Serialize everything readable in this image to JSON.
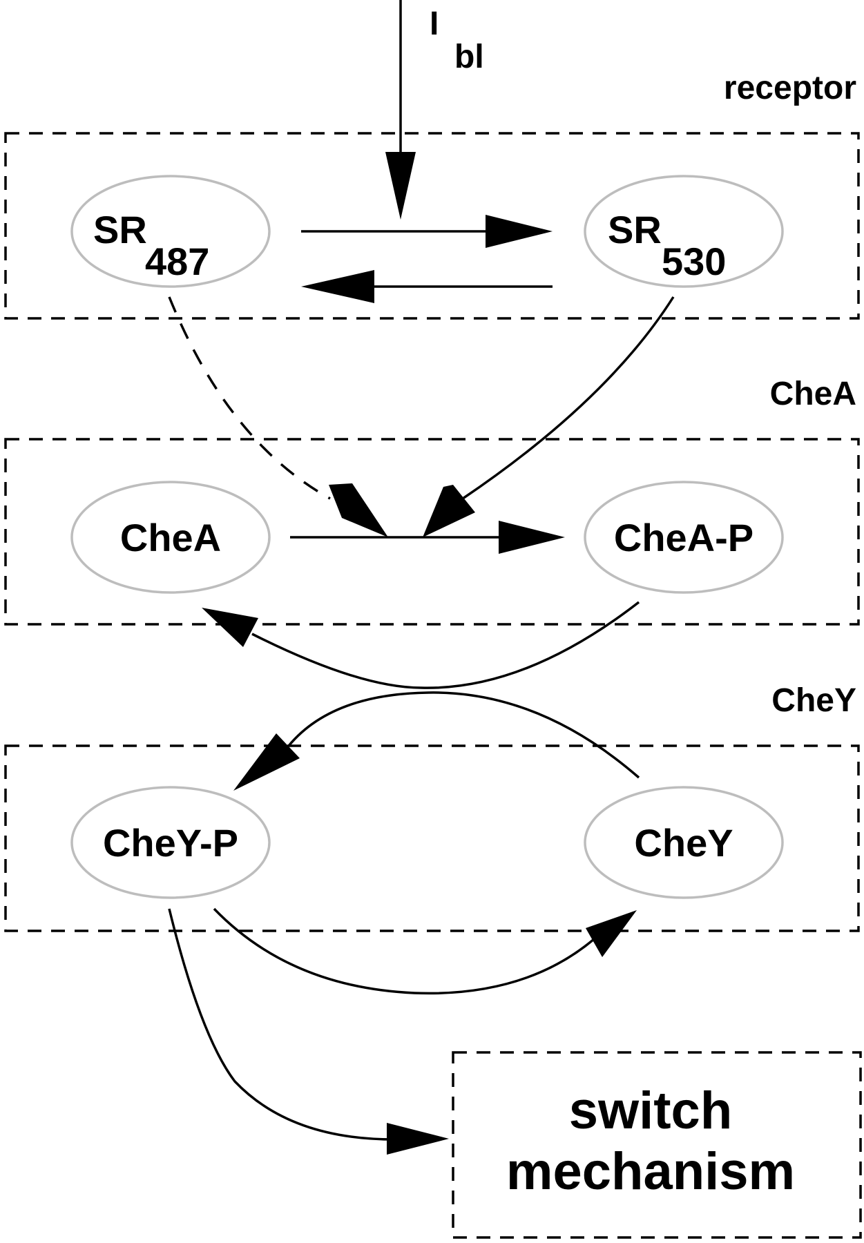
{
  "diagram": {
    "input_signal": {
      "main": "I",
      "sub": "bl"
    },
    "sections": [
      {
        "id": "receptor",
        "label": "receptor"
      },
      {
        "id": "chea",
        "label": "CheA"
      },
      {
        "id": "chey",
        "label": "CheY"
      }
    ],
    "nodes": {
      "sr487": {
        "main": "SR",
        "sub": "487"
      },
      "sr530": {
        "main": "SR",
        "sub": "530"
      },
      "chea": {
        "label": "CheA"
      },
      "cheap": {
        "label": "CheA-P"
      },
      "cheyp": {
        "label": "CheY-P"
      },
      "chey": {
        "label": "CheY"
      }
    },
    "output": {
      "line1": "switch",
      "line2": "mechanism"
    },
    "edges": [
      {
        "from": "I_bl",
        "to": "sr487->sr530",
        "style": "solid"
      },
      {
        "from": "SR487",
        "to": "SR530",
        "style": "solid"
      },
      {
        "from": "SR530",
        "to": "SR487",
        "style": "solid"
      },
      {
        "from": "SR487",
        "to": "CheA->CheA-P",
        "style": "dashed"
      },
      {
        "from": "SR530",
        "to": "CheA->CheA-P",
        "style": "solid"
      },
      {
        "from": "CheA",
        "to": "CheA-P",
        "style": "solid"
      },
      {
        "from": "CheA-P",
        "to": "CheA",
        "style": "solid"
      },
      {
        "from": "CheY",
        "to": "CheY-P",
        "style": "solid"
      },
      {
        "from": "CheY-P",
        "to": "CheY",
        "style": "solid"
      },
      {
        "from": "CheY-P",
        "to": "switch mechanism",
        "style": "solid"
      }
    ],
    "colors": {
      "stroke": "#000000",
      "node_outline": "#bdbdbd",
      "background": "#ffffff"
    }
  }
}
